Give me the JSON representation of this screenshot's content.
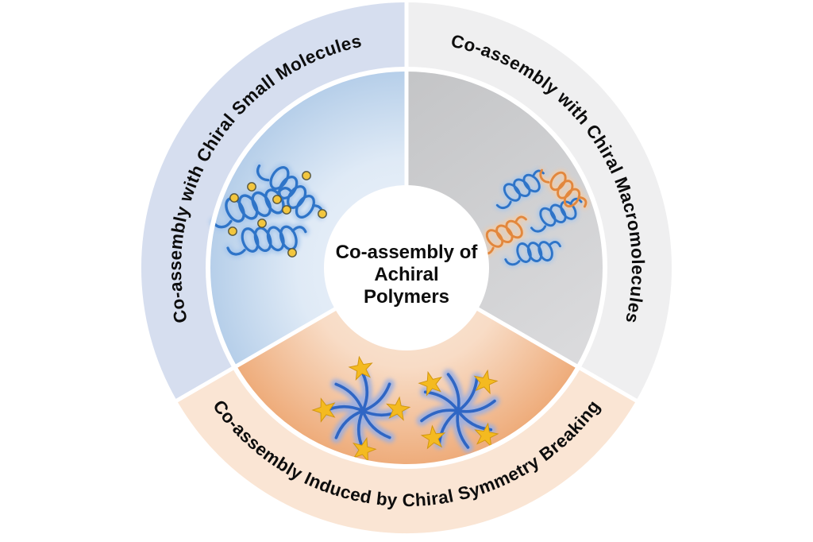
{
  "figure": {
    "title": "Co-assembly of Achiral Polymers",
    "center": {
      "line1": "Co-assembly of",
      "line2": "Achiral",
      "line3": "Polymers"
    },
    "sectors": {
      "small_molecules": {
        "label": "Co-assembly with Chiral Small Molecules",
        "ring_color": "#d6deef",
        "inner_from": "#f0f4fb",
        "inner_mid": "#dfeaf6",
        "inner_to": "#b5cee9"
      },
      "macromolecules": {
        "label": "Co-assembly with Chiral Macromolecules",
        "ring_color": "#efeff0",
        "inner_from": "#c2c3c5",
        "inner_to": "#dddddf"
      },
      "symmetry_breaking": {
        "label": "Co-assembly Induced by Chiral Symmetry Breaking",
        "ring_color": "#fae5d4",
        "inner_from": "#fae9db",
        "inner_mid": "#f8dcc6",
        "inner_to": "#eeab79"
      }
    },
    "palette": {
      "polymer_blue": "#2e74c8",
      "polymer_blue_glow": "#a6c6ec",
      "chiral_orange": "#e2873d",
      "chiral_orange_glow": "#f6cba2",
      "pinwheel_blue": "#2f66c4",
      "pinwheel_glow": "#97aee4",
      "star_gold": "#f4ba20",
      "star_edge": "#d1950e",
      "dot_fill": "#f2c63e",
      "dot_edge": "#56563f",
      "label_color": "#0d0d0d",
      "divider_white": "#ffffff",
      "background": "#ffffff"
    }
  }
}
